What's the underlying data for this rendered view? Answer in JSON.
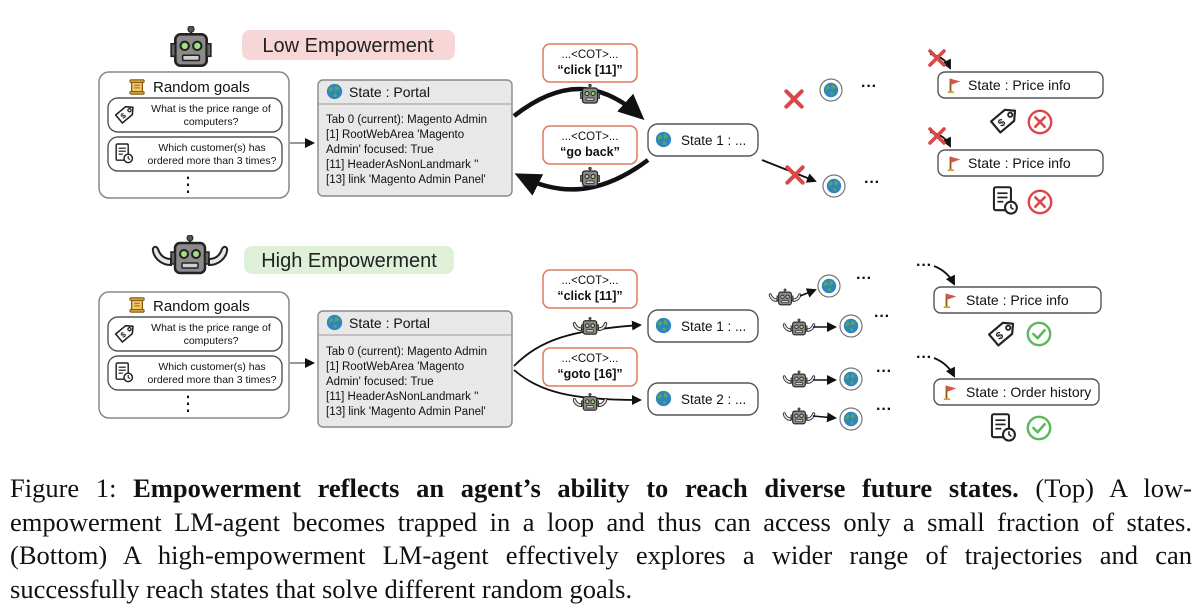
{
  "panels": [
    {
      "empowerment_label": "Low Empowerment",
      "goals_title": "Random goals",
      "goal_1": [
        "What is the price range of",
        "computers?"
      ],
      "goal_2": [
        "Which customer(s) has",
        "ordered more than 3 times?"
      ],
      "vertical_ellipsis": "⋮",
      "state_title": "State : Portal",
      "state_lines": [
        "Tab 0 (current): Magento Admin",
        "[1] RootWebArea 'Magento",
        "Admin' focused: True",
        "[11] HeaderAsNonLandmark ''",
        "[13] link 'Magento Admin Panel'"
      ],
      "cot_1": {
        "header": "...<COT>...",
        "action": "“click [11]”"
      },
      "cot_2": {
        "header": "...<COT>...",
        "action": "“go back”"
      },
      "states": [
        "State 1 : ..."
      ],
      "outcomes": [
        "State : Price info",
        "State : Price info"
      ],
      "ellipsis": "···"
    },
    {
      "empowerment_label": "High Empowerment",
      "goals_title": "Random goals",
      "goal_1": [
        "What is the price range of",
        "computers?"
      ],
      "goal_2": [
        "Which customer(s) has",
        "ordered more than 3 times?"
      ],
      "vertical_ellipsis": "⋮",
      "state_title": "State : Portal",
      "state_lines": [
        "Tab 0 (current): Magento Admin",
        "[1] RootWebArea 'Magento",
        "Admin' focused: True",
        "[11] HeaderAsNonLandmark ''",
        "[13] link 'Magento Admin Panel'"
      ],
      "cot_1": {
        "header": "...<COT>...",
        "action": "“click [11]”"
      },
      "cot_2": {
        "header": "...<COT>...",
        "action": "“goto [16]”"
      },
      "states": [
        "State 1 : ...",
        "State 2 : ..."
      ],
      "outcomes": [
        "State : Price info",
        "State : Order history"
      ],
      "ellipsis": "···"
    }
  ],
  "caption": {
    "prefix": "Figure 1: ",
    "bold": "Empowerment reflects an agent’s ability to reach diverse future states.",
    "rest": " (Top) A low-empowerment LM-agent becomes trapped in a loop and thus can access only a small fraction of states. (Bottom) A high-empowerment LM-agent effectively explores a wider range of trajectories and can successfully reach states that solve different random goals."
  },
  "colors": {
    "low_label_bg": "#f6d6d6",
    "high_label_bg": "#dff0d8",
    "cot_border": "#e07a5f",
    "fail_red": "#d94848",
    "success_green": "#5cb85c",
    "flag_red": "#d9534f",
    "goal_icon_gold": "#d4a23a"
  },
  "icons": [
    "robot-icon",
    "strong-robot-icon",
    "scroll-icon",
    "price-tag-icon",
    "order-list-icon",
    "globe-icon",
    "flag-icon",
    "fail-icon",
    "success-icon",
    "cross-mark-icon"
  ]
}
